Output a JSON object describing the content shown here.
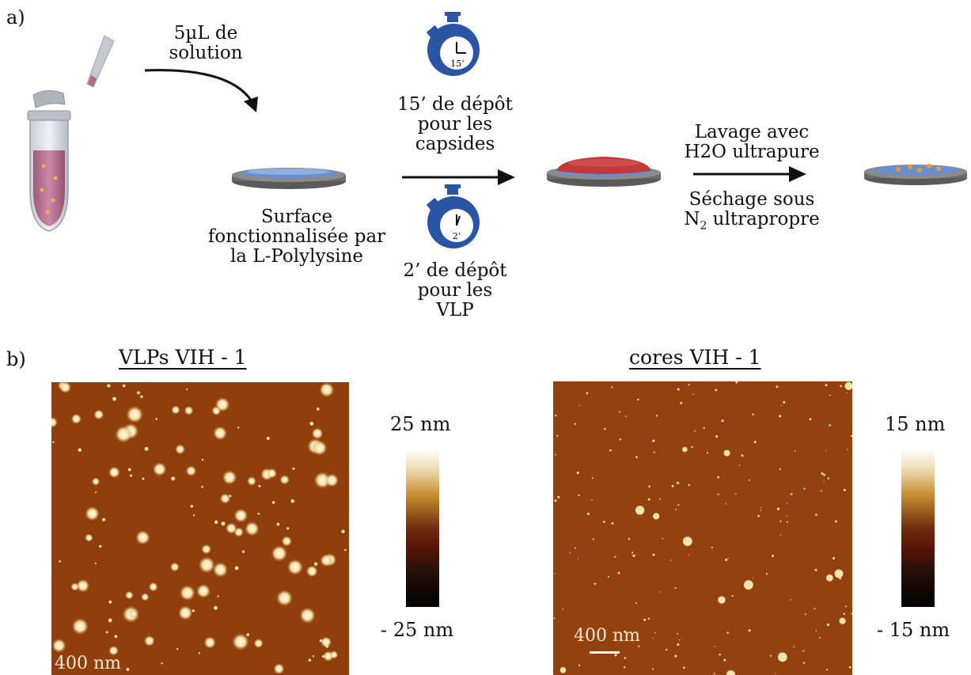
{
  "panel_a": {
    "label": "a)",
    "step1_text": [
      "5µL de",
      "solution"
    ],
    "surface_text": [
      "Surface",
      "fonctionnalisée par",
      "la L-Polylysine"
    ],
    "timer1_label": "15’",
    "timer2_label": "2’",
    "capsid_text": [
      "15’ de dépôt",
      "pour les",
      "capsides"
    ],
    "vlp_text": [
      "2’ de dépôt",
      "pour les",
      "VLP"
    ],
    "wash_text": [
      "Lavage avec",
      "H2O ultrapure"
    ],
    "dry_text_line1": "Séchage sous",
    "dry_text_N": "N",
    "dry_text_sub": "2",
    "dry_text_rest": " ultrapropre"
  },
  "panel_b": {
    "label": "b)",
    "left_title": "VLPs VIH - 1",
    "left_scale_label": "400 nm",
    "left_colorbar_max": "25 nm",
    "left_colorbar_min": "- 25 nm",
    "right_title": "cores VIH - 1",
    "right_scale_label": "400 nm",
    "right_colorbar_max": "15 nm",
    "right_colorbar_min": "- 15 nm"
  },
  "colors": {
    "afm_background": "#8f3e0c",
    "particle": "#f6ecd0",
    "timer_blue": "#2a55a5",
    "liquid_red": "#c23a3a",
    "surface_blue": "#6a8fd0"
  }
}
